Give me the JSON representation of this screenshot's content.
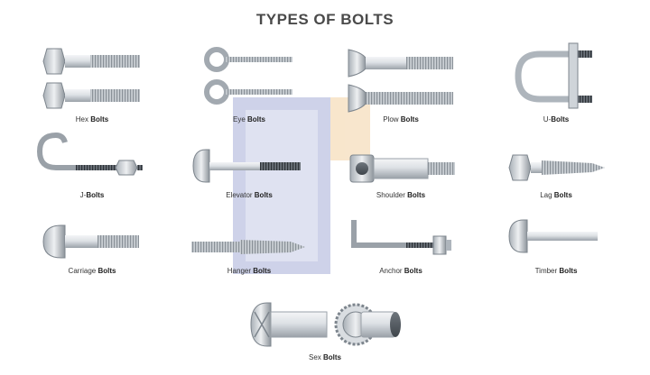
{
  "title": "TYPES OF BOLTS",
  "colors": {
    "steel_light": "#e6e9ec",
    "steel_mid": "#b9bfc5",
    "steel_dark": "#7d858d",
    "watermark_blue": "#c6cbe6",
    "watermark_orange": "#f7e2c4"
  },
  "bolts": [
    {
      "id": "hex",
      "prefix": "Hex ",
      "word": "Bolts"
    },
    {
      "id": "eye",
      "prefix": "Eye ",
      "word": "Bolts"
    },
    {
      "id": "plow",
      "prefix": "Plow ",
      "word": "Bolts"
    },
    {
      "id": "u",
      "prefix": "U-",
      "word": "Bolts"
    },
    {
      "id": "j",
      "prefix": "J-",
      "word": "Bolts"
    },
    {
      "id": "elevator",
      "prefix": "Elevator ",
      "word": "Bolts"
    },
    {
      "id": "shoulder",
      "prefix": "Shoulder ",
      "word": "Bolts"
    },
    {
      "id": "lag",
      "prefix": "Lag ",
      "word": "Bolts"
    },
    {
      "id": "carriage",
      "prefix": "Carriage ",
      "word": "Bolts"
    },
    {
      "id": "hanger",
      "prefix": "Hanger ",
      "word": "Bolts"
    },
    {
      "id": "anchor",
      "prefix": "Anchor ",
      "word": "Bolts"
    },
    {
      "id": "timber",
      "prefix": "Timber ",
      "word": "Bolts"
    },
    {
      "id": "sex",
      "prefix": "Sex ",
      "word": "Bolts"
    }
  ]
}
